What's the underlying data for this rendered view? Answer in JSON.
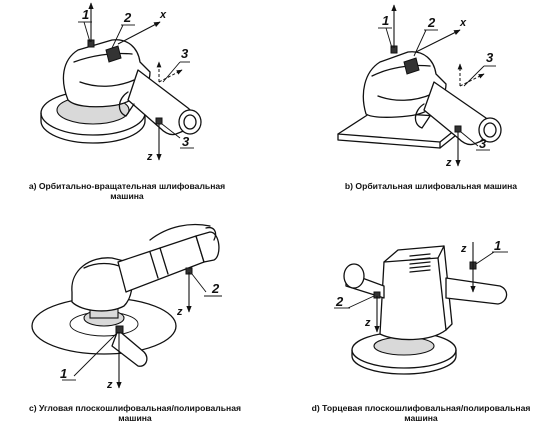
{
  "panels": [
    {
      "id": "a",
      "caption_line1": "a) Орбитально-вращательная шлифовальная",
      "caption_line2": "машина",
      "labels": [
        "1",
        "2",
        "3",
        "3"
      ],
      "axes": [
        "x",
        "z"
      ]
    },
    {
      "id": "b",
      "caption_line1": "b) Орбитальная шлифовальная машина",
      "caption_line2": "",
      "labels": [
        "1",
        "2",
        "3",
        "3"
      ],
      "axes": [
        "x",
        "z"
      ]
    },
    {
      "id": "c",
      "caption_line1": "c) Угловая плоскошлифовальная/полировальная",
      "caption_line2": "машина",
      "labels": [
        "2",
        "1"
      ],
      "axes": [
        "z",
        "z"
      ]
    },
    {
      "id": "d",
      "caption_line1": "d) Торцевая плоскошлифовальная/полировальная",
      "caption_line2": "машина",
      "labels": [
        "1",
        "2"
      ],
      "axes": [
        "z",
        "z"
      ]
    }
  ]
}
